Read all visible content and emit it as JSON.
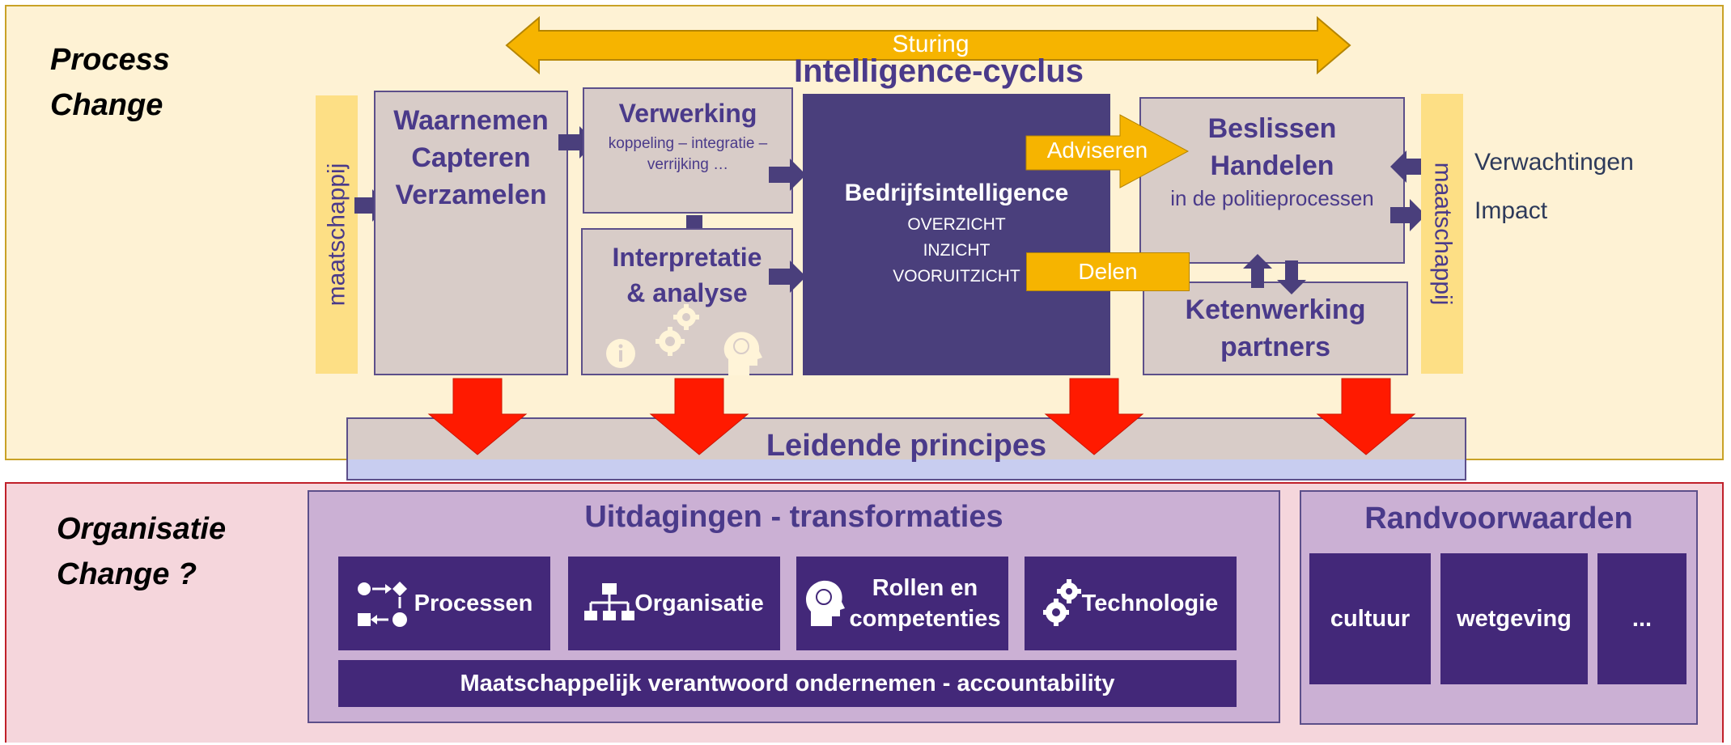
{
  "zones": {
    "process_label": [
      "Process",
      "Change"
    ],
    "org_label": [
      "Organisatie",
      "Change ?"
    ]
  },
  "top": {
    "sturing": "Sturing",
    "cycle_title": "Intelligence-cyclus"
  },
  "side": {
    "left": "maatschappij",
    "right": "maatschappij",
    "expectations": "Verwachtingen",
    "impact": "Impact"
  },
  "steps": {
    "waarnemen": [
      "Waarnemen",
      "Capteren",
      "Verzamelen"
    ],
    "verwerking_title": "Verwerking",
    "verwerking_sub": [
      "koppeling – integratie –",
      "verrijking …"
    ],
    "interpretatie": [
      "Interpretatie",
      "& analyse"
    ],
    "bi_title": "Bedrijfsintelligence",
    "bi_items": [
      "OVERZICHT",
      "INZICHT",
      "VOORUITZICHT"
    ],
    "adviseren": "Adviseren",
    "delen": "Delen",
    "beslissen": [
      "Beslissen",
      "Handelen"
    ],
    "beslissen_sub": "in de politieprocessen",
    "keten": [
      "Ketenwerking",
      "partners"
    ]
  },
  "principles": "Leidende principes",
  "challenges": {
    "title": "Uitdagingen - transformaties",
    "tiles": {
      "processen": "Processen",
      "organisatie": "Organisatie",
      "rollen": [
        "Rollen en",
        "competenties"
      ],
      "technologie": "Technologie"
    },
    "bottom": "Maatschappelijk verantwoord ondernemen - accountability"
  },
  "conditions": {
    "title": "Randvoorwaarden",
    "tiles": [
      "cultuur",
      "wetgeving",
      "..."
    ]
  },
  "colors": {
    "process_bg": "#fef2d4",
    "org_bg": "#f5d6dc",
    "accent_purple": "#4a3a8a",
    "tile_purple": "#432879",
    "orange": "#f6b400",
    "red_arrow": "#ff1a00"
  }
}
